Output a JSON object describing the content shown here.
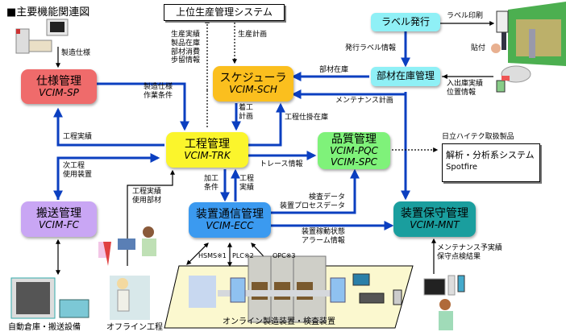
{
  "title": "■主要機能関連図",
  "upper_system": "上位生産管理システム",
  "modules": {
    "sp": {
      "name": "仕様管理",
      "code": "VCIM-SP",
      "color": "#ef6b6b"
    },
    "sch": {
      "name": "スケジューラ",
      "code": "VCIM-SCH",
      "color": "#fbbf1e"
    },
    "trk": {
      "name": "工程管理",
      "code": "VCIM-TRK",
      "color": "#fbf52c"
    },
    "pqc": {
      "name": "品質管理",
      "code": "VCIM-PQC",
      "code2": "VCIM-SPC",
      "color": "#7ff27a"
    },
    "fc": {
      "name": "搬送管理",
      "code": "VCIM-FC",
      "color": "#c9a6f4"
    },
    "ecc": {
      "name": "装置通信管理",
      "code": "VCIM-ECC",
      "color": "#3b9af0"
    },
    "mnt": {
      "name": "装置保守管理",
      "code": "VCIM-MNT",
      "color": "#1a9e9e"
    },
    "label": {
      "name": "ラベル発行",
      "color": "#8ff0f6"
    },
    "stock": {
      "name": "部材在庫管理",
      "color": "#8ff0f6"
    }
  },
  "external": {
    "vendor_label": "日立ハイテク取扱製品",
    "line1": "解析・分析系システム",
    "line2": "Spotfire"
  },
  "labels": {
    "seizo_shiyo": "製造仕様",
    "upper_up": "生産実績\n製品在庫\n部材消費\n歩留情報",
    "upper_down": "生産計画",
    "sp_to_trk": "製造仕様\n作業条件",
    "chakko": "着工\n計画",
    "koutei_jisseki_sp": "工程実績",
    "koutei_shikake": "工程仕掛在庫",
    "buzai_zaiko": "部材在庫",
    "maint_plan": "メンテナンス計画",
    "label_print": "ラベル印刷",
    "issued_label": "発行ラベル情報",
    "paste": "貼付",
    "inout": "入出庫実績\n位置情報",
    "next_proc": "次工程\n使用装置",
    "trace": "トレース情報",
    "offline_up": "工程実績\n使用部材",
    "kakou": "加工\n条件",
    "koutei_jisseki_ecc": "工程\n実績",
    "inspect": "検査データ\n装置プロセスデータ",
    "equip_state": "装置稼動状態\nアラーム情報",
    "maint_result": "メンテナンス予実績\n保守点検結果",
    "hsms": "HSMS※1",
    "plc": "PLC※2",
    "opc": "OPC※3",
    "online_equip": "オンライン製造装置・検査装置",
    "warehouse": "自動倉庫・搬送設備",
    "offline": "オフライン工程"
  },
  "colors": {
    "arrow": "#0b3fc0"
  }
}
